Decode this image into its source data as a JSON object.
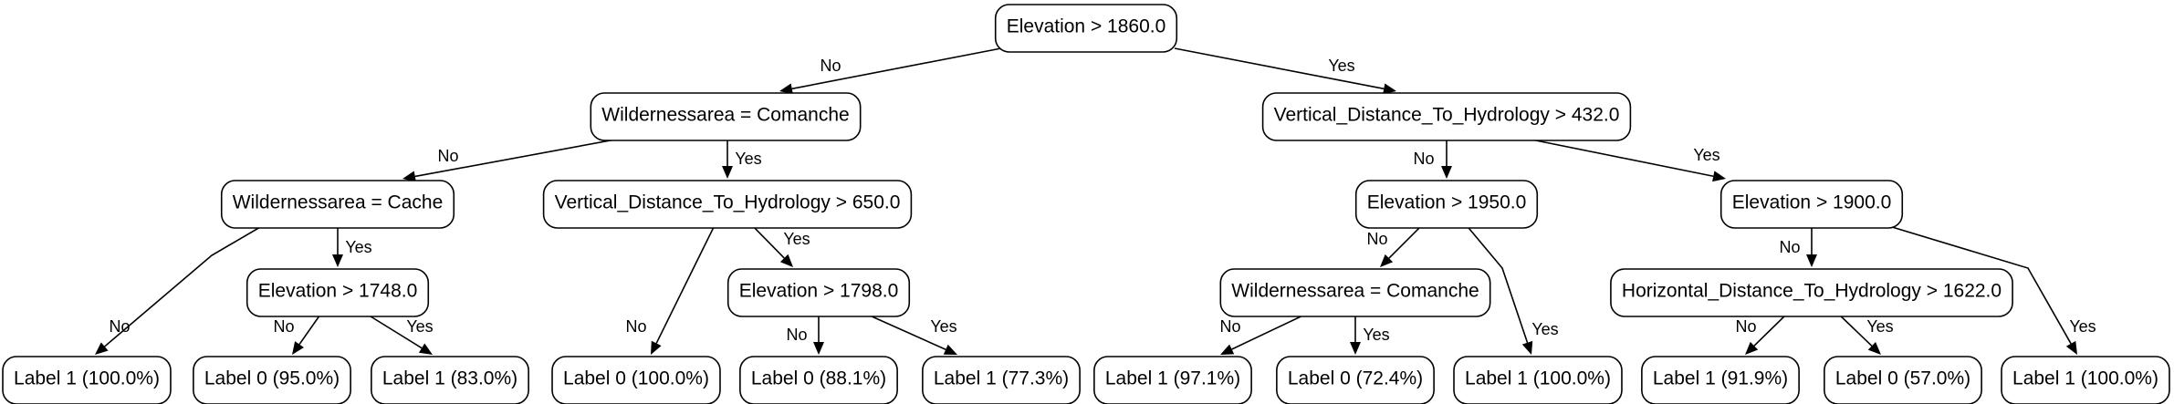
{
  "tree": {
    "nodes": [
      {
        "id": "n0",
        "label": "Elevation > 1860.0"
      },
      {
        "id": "n1",
        "label": "Wildernessarea = Comanche"
      },
      {
        "id": "n2",
        "label": "Vertical_Distance_To_Hydrology > 432.0"
      },
      {
        "id": "n3",
        "label": "Wildernessarea = Cache"
      },
      {
        "id": "n4",
        "label": "Vertical_Distance_To_Hydrology > 650.0"
      },
      {
        "id": "n5",
        "label": "Elevation > 1950.0"
      },
      {
        "id": "n6",
        "label": "Elevation > 1900.0"
      },
      {
        "id": "n7",
        "label": "Elevation > 1748.0"
      },
      {
        "id": "n8",
        "label": "Elevation > 1798.0"
      },
      {
        "id": "n9",
        "label": "Wildernessarea = Comanche"
      },
      {
        "id": "n10",
        "label": "Horizontal_Distance_To_Hydrology > 1622.0"
      },
      {
        "id": "l1",
        "label": "Label 1 (100.0%)"
      },
      {
        "id": "l2",
        "label": "Label 0 (95.0%)"
      },
      {
        "id": "l3",
        "label": "Label 1 (83.0%)"
      },
      {
        "id": "l4",
        "label": "Label 0 (100.0%)"
      },
      {
        "id": "l5",
        "label": "Label 0 (88.1%)"
      },
      {
        "id": "l6",
        "label": "Label 1 (77.3%)"
      },
      {
        "id": "l7",
        "label": "Label 1 (97.1%)"
      },
      {
        "id": "l8",
        "label": "Label 0 (72.4%)"
      },
      {
        "id": "l9",
        "label": "Label 1 (100.0%)"
      },
      {
        "id": "l10",
        "label": "Label 1 (91.9%)"
      },
      {
        "id": "l11",
        "label": "Label 0 (57.0%)"
      },
      {
        "id": "l12",
        "label": "Label 1 (100.0%)"
      }
    ],
    "edges": [
      {
        "from": "n0",
        "to": "n1",
        "label": "No"
      },
      {
        "from": "n0",
        "to": "n2",
        "label": "Yes"
      },
      {
        "from": "n1",
        "to": "n3",
        "label": "No"
      },
      {
        "from": "n1",
        "to": "n4",
        "label": "Yes"
      },
      {
        "from": "n2",
        "to": "n5",
        "label": "No"
      },
      {
        "from": "n2",
        "to": "n6",
        "label": "Yes"
      },
      {
        "from": "n3",
        "to": "l1",
        "label": "No"
      },
      {
        "from": "n3",
        "to": "n7",
        "label": "Yes"
      },
      {
        "from": "n7",
        "to": "l2",
        "label": "No"
      },
      {
        "from": "n7",
        "to": "l3",
        "label": "Yes"
      },
      {
        "from": "n4",
        "to": "l4",
        "label": "No"
      },
      {
        "from": "n4",
        "to": "n8",
        "label": "Yes"
      },
      {
        "from": "n8",
        "to": "l5",
        "label": "No"
      },
      {
        "from": "n8",
        "to": "l6",
        "label": "Yes"
      },
      {
        "from": "n5",
        "to": "n9",
        "label": "No"
      },
      {
        "from": "n5",
        "to": "l9",
        "label": "Yes"
      },
      {
        "from": "n9",
        "to": "l7",
        "label": "No"
      },
      {
        "from": "n9",
        "to": "l8",
        "label": "Yes"
      },
      {
        "from": "n6",
        "to": "n10",
        "label": "No"
      },
      {
        "from": "n6",
        "to": "l12",
        "label": "Yes"
      },
      {
        "from": "n10",
        "to": "l10",
        "label": "No"
      },
      {
        "from": "n10",
        "to": "l11",
        "label": "Yes"
      }
    ]
  }
}
